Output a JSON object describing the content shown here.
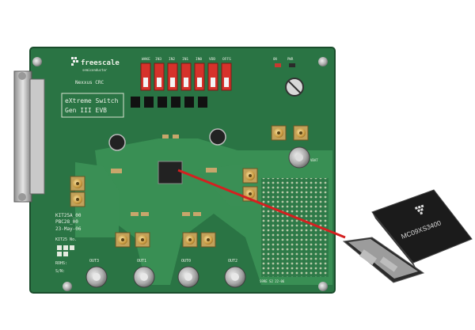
{
  "board": {
    "brand": "freescale",
    "brand_sub": "semiconductor",
    "name_line": "Nexxus CRC",
    "title_line1": "eXtreme Switch",
    "title_line2": "Gen III EVB",
    "part_code": "KIT25A_00",
    "revision": "PBC28_00",
    "date": "23-May-06",
    "serial_label": "KIT25 No.",
    "rohs_label": "ROHS:",
    "sn_label": "S/N:",
    "footer_code": "S9RE S2 22-06",
    "switch_labels": [
      "WAKE",
      "IN3",
      "IN2",
      "IN1",
      "IN0",
      "VDD",
      "OFFS"
    ],
    "output_labels": [
      "OUT3",
      "OUT1",
      "OUT0",
      "OUT2"
    ],
    "corner_labels": [
      "ON",
      "PWR",
      "VBAT"
    ]
  },
  "chip": {
    "part_number": "MC09XS3400",
    "logo": "freescale-logo"
  },
  "colors": {
    "pcb": "#2f7d4a",
    "pcb_dark": "#1f5c35",
    "copper": "#3f9a5c",
    "switch_red": "#d6322b",
    "pointer_red": "#d42020",
    "chip_body": "#1b1b1b"
  }
}
